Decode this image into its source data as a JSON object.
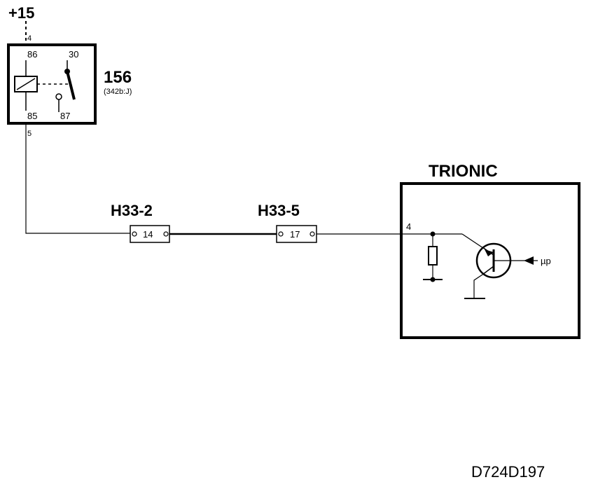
{
  "supply": {
    "label": "+15"
  },
  "relay": {
    "number": "156",
    "reference": "(342b:J)",
    "pins": {
      "p86": "86",
      "p30": "30",
      "p85": "85",
      "p87": "87"
    },
    "wire_top": "4",
    "wire_bottom": "5"
  },
  "connectors": [
    {
      "name": "H33-2",
      "pin": "14"
    },
    {
      "name": "H33-5",
      "pin": "17"
    }
  ],
  "ecu": {
    "name": "TRIONIC",
    "pin": "4",
    "input_label": "µp"
  },
  "diagram_code": "D724D197"
}
